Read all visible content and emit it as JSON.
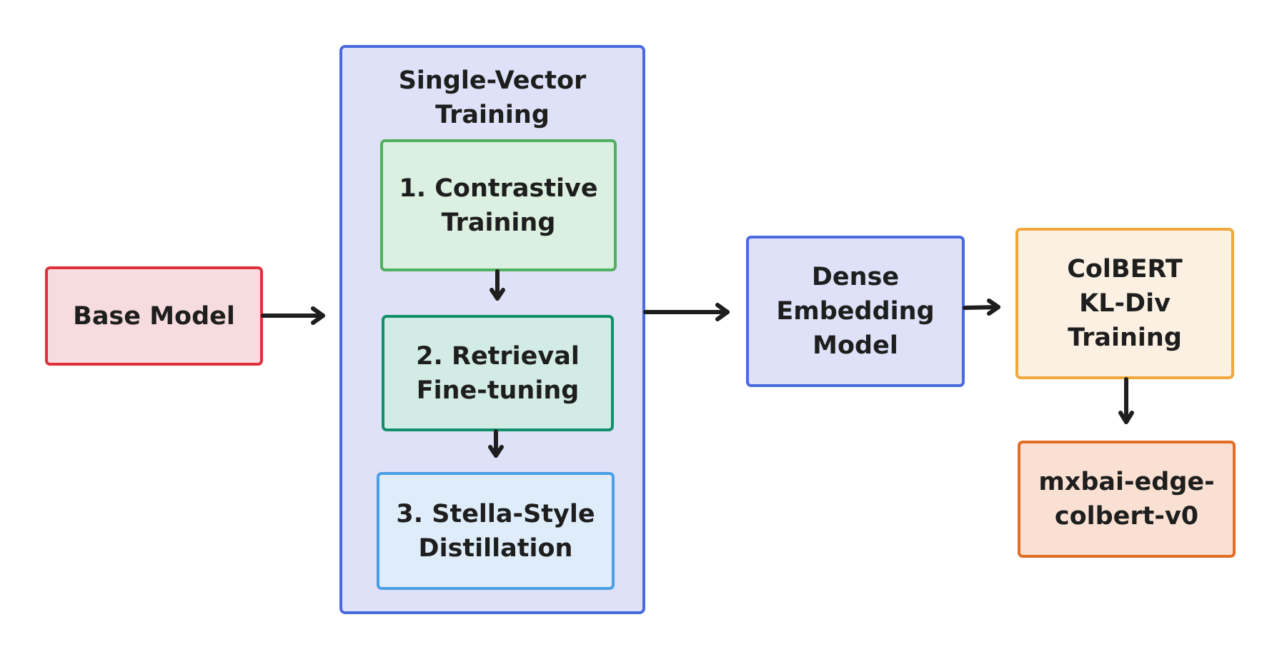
{
  "diagram": {
    "base_model": {
      "label": "Base Model"
    },
    "single_vector_training": {
      "title": "Single-Vector\nTraining",
      "steps": [
        {
          "label": "1. Contrastive\nTraining"
        },
        {
          "label": "2. Retrieval\nFine-tuning"
        },
        {
          "label": "3. Stella-Style\nDistillation"
        }
      ]
    },
    "dense_embedding_model": {
      "label": "Dense\nEmbedding\nModel"
    },
    "colbert_training": {
      "label": "ColBERT\nKL-Div\nTraining"
    },
    "final_model": {
      "label": "mxbai-edge-\ncolbert-v0"
    }
  },
  "colors": {
    "base_model": {
      "fill": "#f7dcdf",
      "stroke": "#dd3139"
    },
    "container": {
      "fill": "#dee1f7",
      "stroke": "#4a6ae0"
    },
    "step_1": {
      "fill": "#dcf0e1",
      "stroke": "#4fb160"
    },
    "step_2": {
      "fill": "#d3ebe5",
      "stroke": "#10906a"
    },
    "step_3": {
      "fill": "#dfedfa",
      "stroke": "#4a9ee6"
    },
    "dense_model": {
      "fill": "#dee1f7",
      "stroke": "#4a6ae0"
    },
    "colbert_training": {
      "fill": "#fbf0e2",
      "stroke": "#f0a83c"
    },
    "final_model": {
      "fill": "#f9e0d2",
      "stroke": "#e26d24"
    },
    "arrow": "#1e1e1e",
    "text": "#1e1e1e"
  }
}
